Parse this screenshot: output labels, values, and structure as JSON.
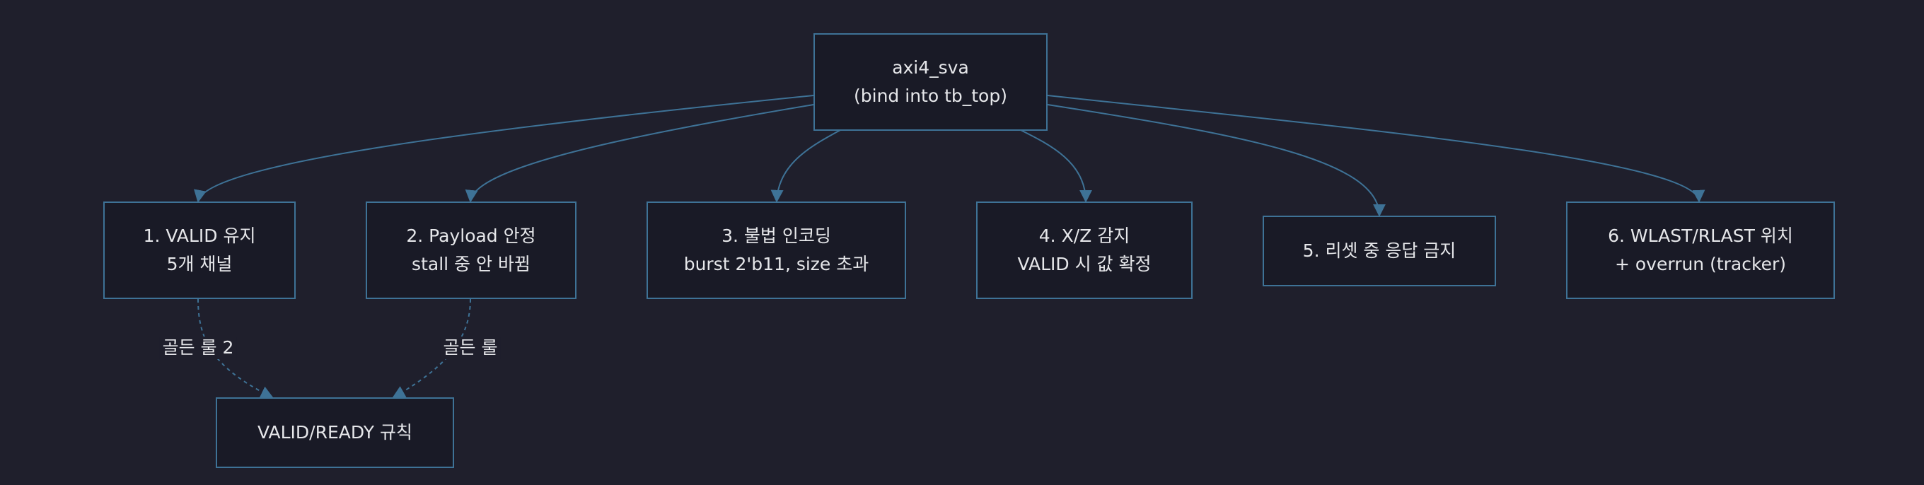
{
  "colors": {
    "background": "#1f1f2c",
    "node_fill": "#191a26",
    "node_border": "#3e7296",
    "edge": "#3e7296",
    "text": "#e6e7ea"
  },
  "nodes": {
    "root": {
      "line1": "axi4_sva",
      "line2": "(bind into tb_top)"
    },
    "n1": {
      "line1": "1. VALID 유지",
      "line2": "5개 채널"
    },
    "n2": {
      "line1": "2. Payload 안정",
      "line2": "stall 중 안 바뀜"
    },
    "n3": {
      "line1": "3. 불법 인코딩",
      "line2": "burst 2'b11, size 초과"
    },
    "n4": {
      "line1": "4. X/Z 감지",
      "line2": "VALID 시 값 확정"
    },
    "n5": {
      "line1": "5. 리셋 중 응답 금지"
    },
    "n6": {
      "line1": "6. WLAST/RLAST 위치",
      "line2": "+ overrun (tracker)"
    },
    "rule": {
      "line1": "VALID/READY 규칙"
    }
  },
  "edge_labels": {
    "e1": "골든 룰 2",
    "e2": "골든 룰"
  }
}
